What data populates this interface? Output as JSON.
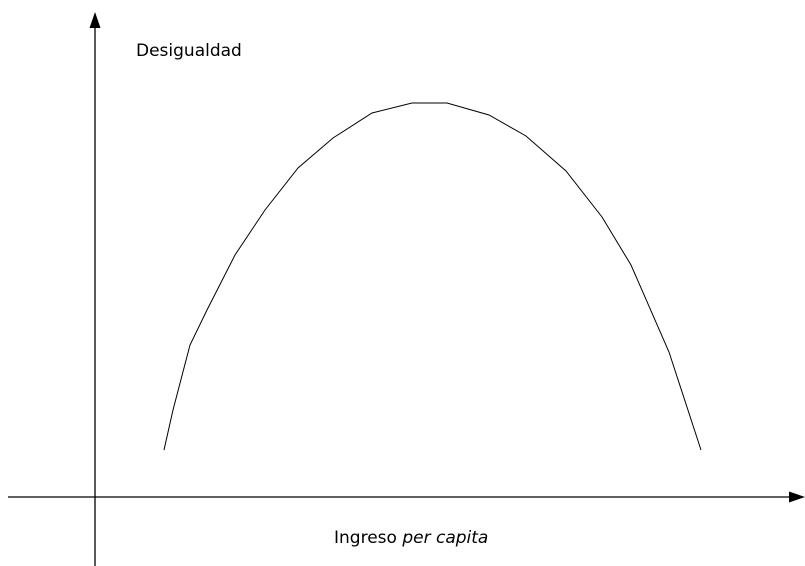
{
  "diagram": {
    "y_axis_label": "Desigualdad",
    "x_axis_label_prefix": "Ingreso",
    "x_axis_label_italic": "per capita",
    "line_color": "#000000",
    "background": "#ffffff"
  }
}
